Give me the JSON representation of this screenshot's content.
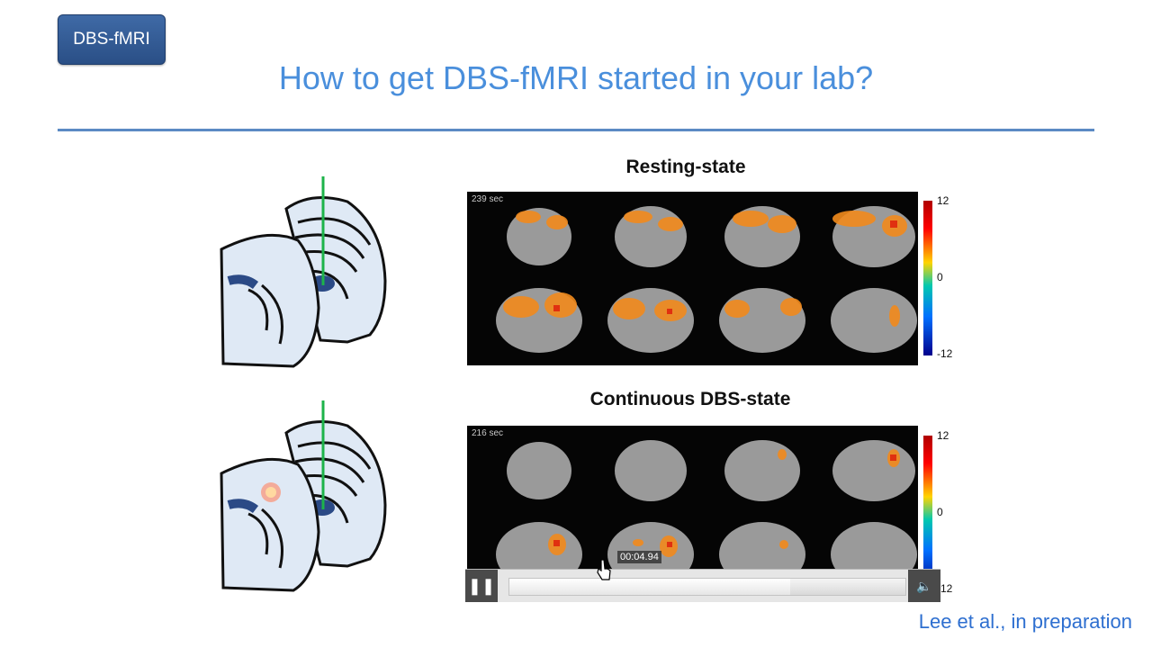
{
  "badge": {
    "label": "DBS-fMRI"
  },
  "slide": {
    "title": "How to get DBS-fMRI started in your lab?"
  },
  "resting": {
    "heading": "Resting-state",
    "timestamp": "239 sec",
    "scale": {
      "max": "12",
      "mid": "0",
      "min": "-12"
    }
  },
  "dbs": {
    "heading": "Continuous DBS-state",
    "timestamp": "216 sec",
    "scale": {
      "max": "12",
      "mid": "0",
      "min": "-12"
    }
  },
  "player": {
    "play_icon": "pause-icon",
    "volume_icon": "speaker-icon",
    "current_time": "00:04.94",
    "progress": 0.71
  },
  "citation": "Lee et al., in preparation",
  "colors": {
    "title": "#4a8fdc",
    "badge": "#2f5a93",
    "rule": "#5b8ac4",
    "electrode": "#1db34a"
  }
}
